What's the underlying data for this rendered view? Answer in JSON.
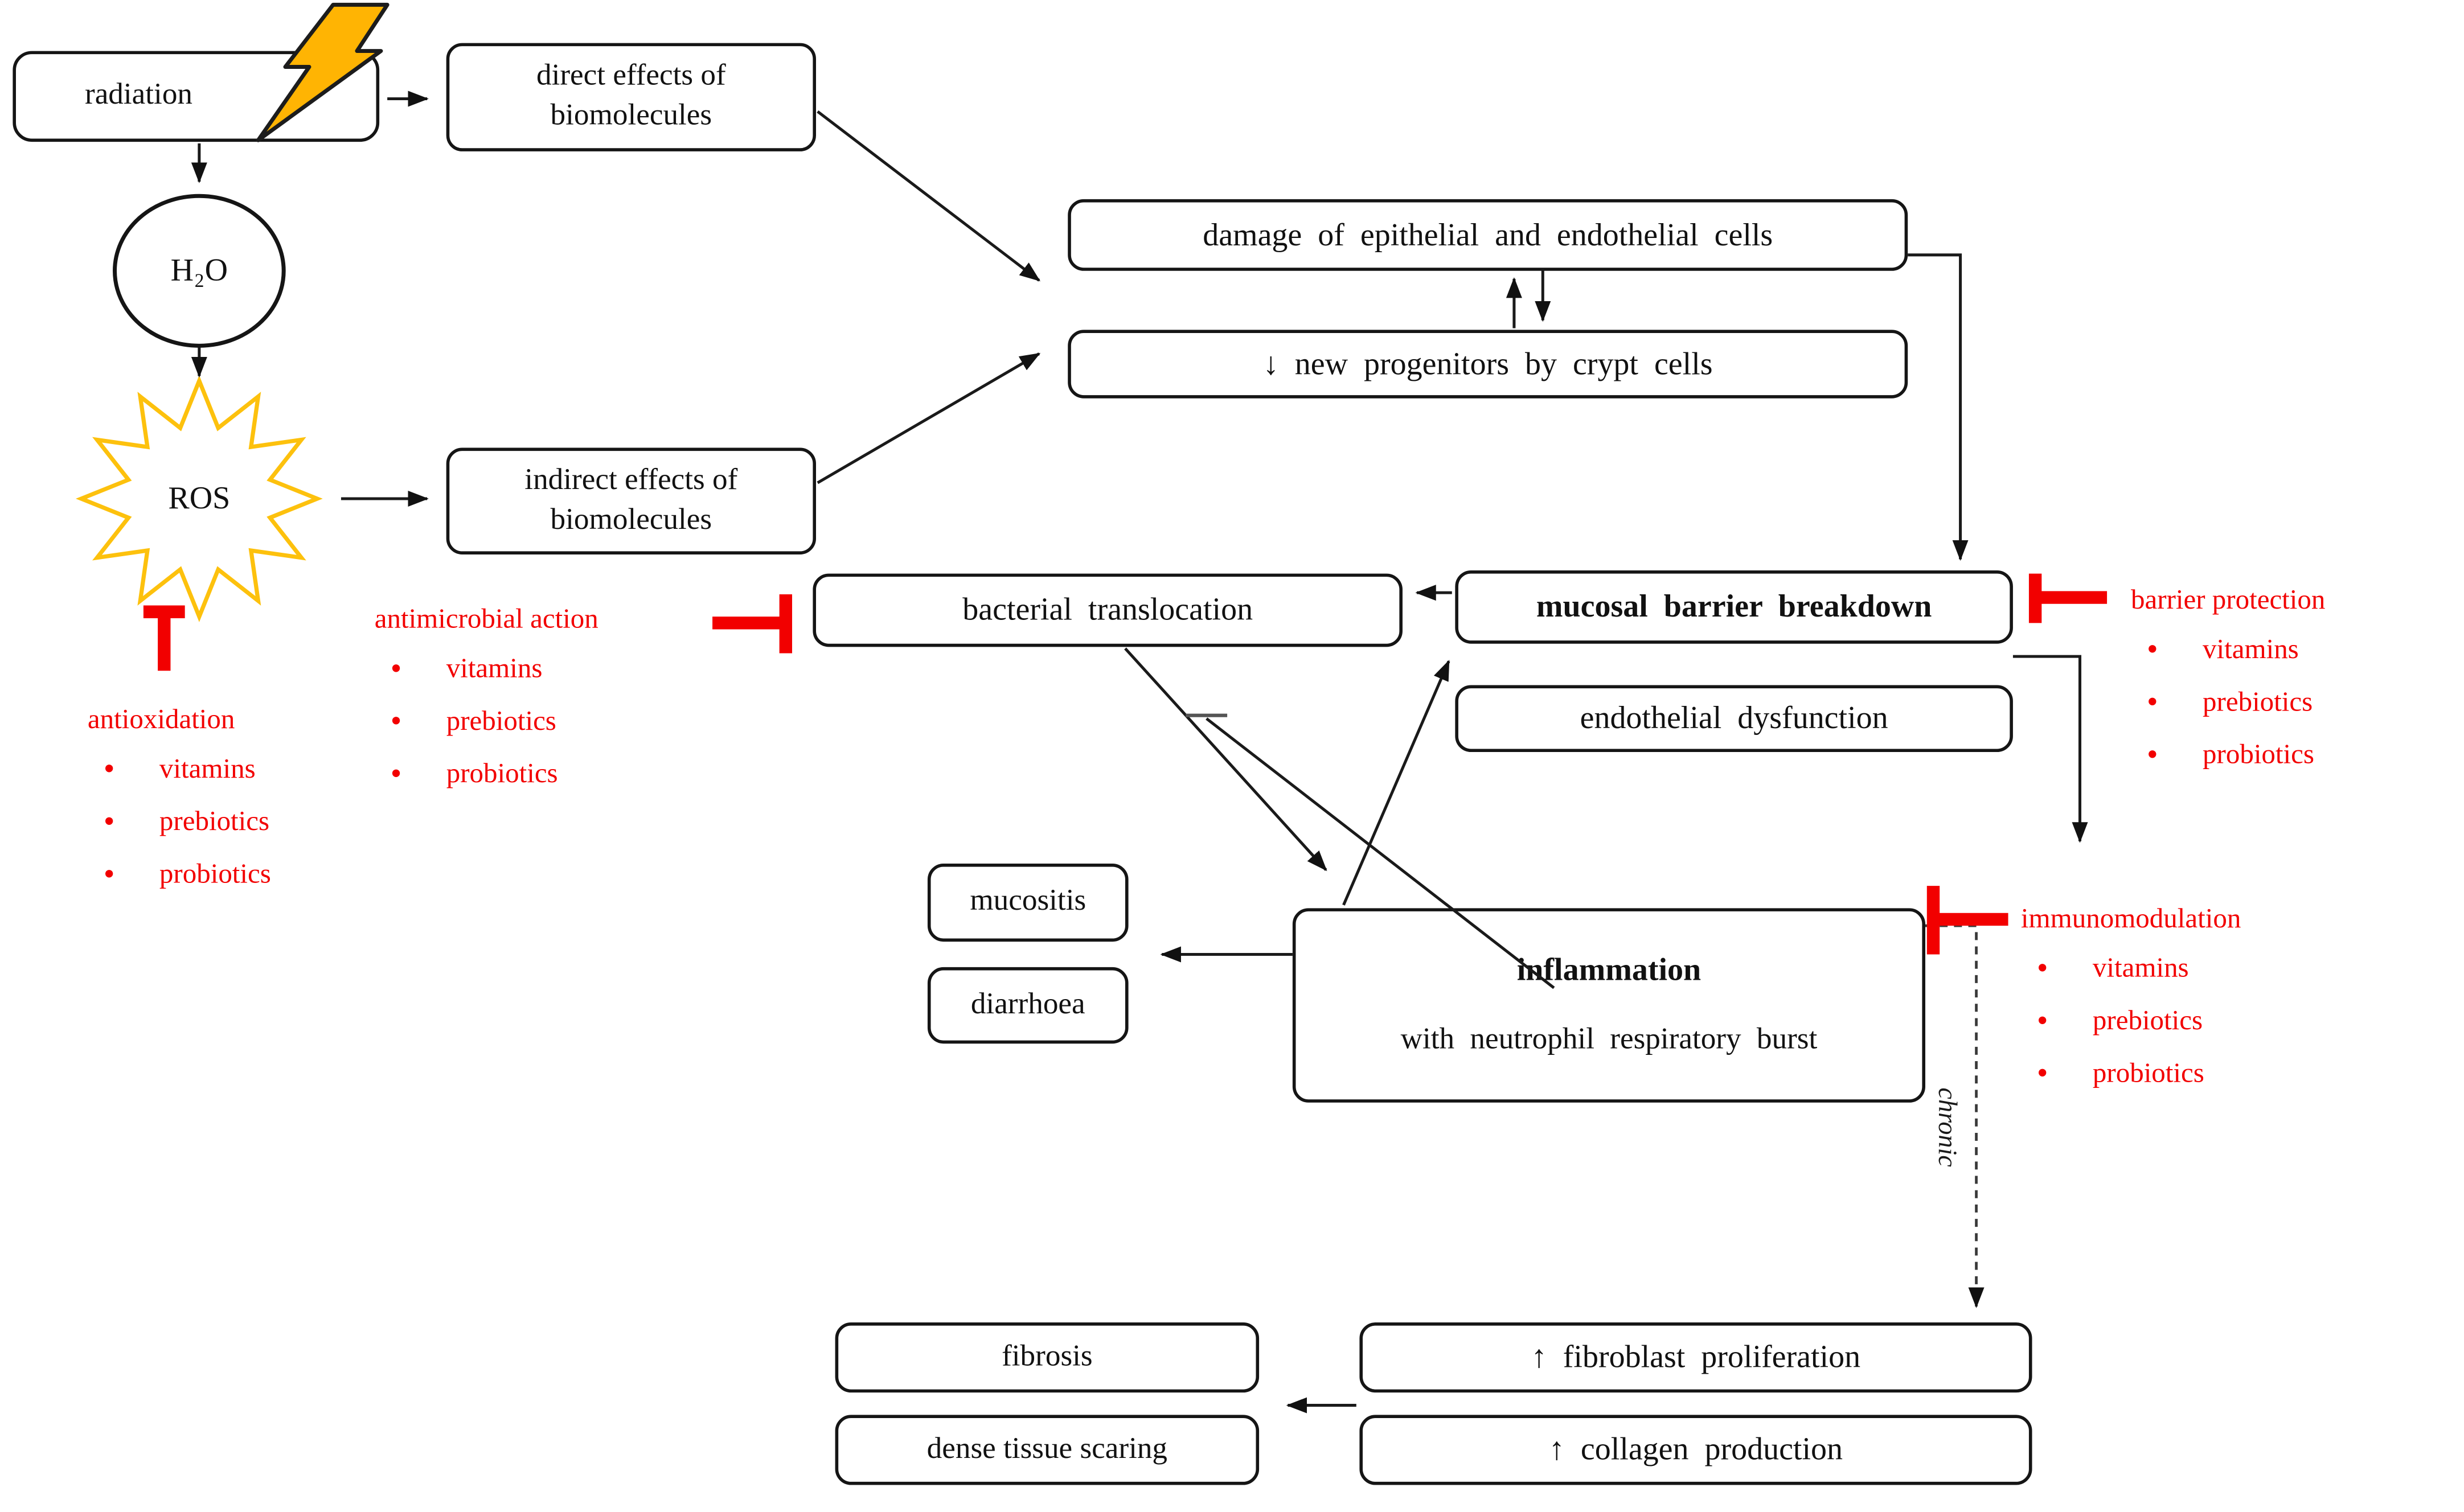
{
  "diagram": {
    "nodes": {
      "radiation": "radiation",
      "direct_effects": [
        "direct effects of",
        "biomolecules"
      ],
      "h2o": "H₂O",
      "ros": "ROS",
      "indirect_effects": [
        "indirect effects of",
        "biomolecules"
      ],
      "damage": "damage of epithelial and endothelial cells",
      "progenitors": "↓ new progenitors by crypt cells",
      "bacterial_translocation": "bacterial translocation",
      "mucosal_barrier": "mucosal barrier breakdown",
      "endothelial_dysfunction": "endothelial dysfunction",
      "mucositis": "mucositis",
      "diarrhoea": "diarrhoea",
      "inflammation": [
        "inflammation",
        "with neutrophil respiratory burst"
      ],
      "fibrosis": "fibrosis",
      "dense_tissue_scaring": "dense tissue scaring",
      "fibroblast_proliferation": "↑ fibroblast proliferation",
      "collagen_production": "↑ collagen production"
    },
    "interventions": {
      "antioxidation": {
        "title": "antioxidation",
        "items": [
          "vitamins",
          "prebiotics",
          "probiotics"
        ]
      },
      "antimicrobial": {
        "title": "antimicrobial action",
        "items": [
          "vitamins",
          "prebiotics",
          "probiotics"
        ]
      },
      "barrier": {
        "title": "barrier protection",
        "items": [
          "vitamins",
          "prebiotics",
          "probiotics"
        ]
      },
      "immunomodulation": {
        "title": "immunomodulation",
        "items": [
          "vitamins",
          "prebiotics",
          "probiotics"
        ]
      }
    },
    "edge_label_chronic": "chronic",
    "bullet_glyph": "•",
    "colors": {
      "red": "#f20000",
      "bolt": "#ffb403",
      "star": "#fdc10d",
      "line": "#1a1a1a"
    }
  }
}
